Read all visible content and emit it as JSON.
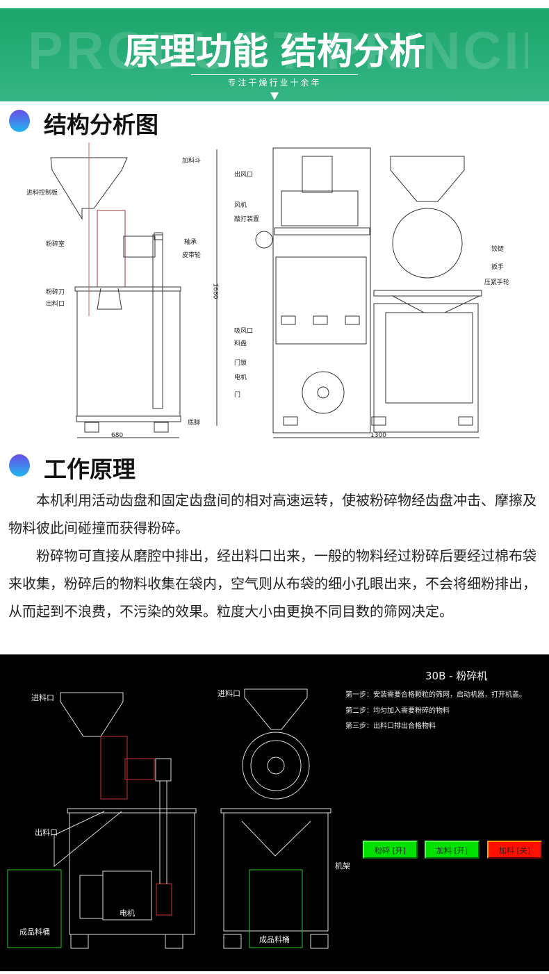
{
  "header": {
    "watermark": "PRODUCT PRINCIPLE",
    "title": "原理功能 结构分析",
    "subtitle": "专注干燥行业十余年"
  },
  "section1": {
    "title": "结构分析图"
  },
  "diagram_left": {
    "labels": [
      "加料斗",
      "进料控制板",
      "粉碎室",
      "轴承",
      "皮带轮",
      "粉碎刀",
      "出料口",
      "底脚"
    ],
    "width_dim": "680"
  },
  "diagram_right": {
    "labels": [
      "出风口",
      "风机",
      "敲打装置",
      "吸风口",
      "料盘",
      "门锁",
      "电机",
      "门",
      "铰链",
      "扳手",
      "压紧手轮"
    ],
    "height_dim": "1680",
    "width_dim": "1300"
  },
  "section2": {
    "title": "工作原理"
  },
  "paragraphs": [
    "本机利用活动齿盘和固定齿盘间的相对高速运转，使被粉碎物经齿盘冲击、摩擦及物料彼此间碰撞而获得粉碎。",
    "粉碎物可直接从磨腔中排出，经出料口出来，一般的物料经过粉碎后要经过棉布袋来收集，粉碎后的物料收集在袋内，空气则从布袋的细小孔眼出来，不会将细粉排出，从而起到不浪费，不污染的效果。粒度大小由更换不同目数的筛网决定。"
  ],
  "panel": {
    "title": "30B - 粉碎机",
    "steps": [
      "第一步：安装需要合格颗粒的筛网，启动机器，打开机盖。",
      "第二步：均匀加入需要粉碎的物料",
      "第三步：出料口排出合格物料"
    ],
    "labels": {
      "inlet_left": "进料口",
      "inlet_right": "进料口",
      "outlet": "出料口",
      "motor": "电机",
      "bin_left": "成品料桶",
      "bin_right": "成品料桶",
      "frame": "机架"
    },
    "buttons": [
      {
        "label": "粉碎 [开]",
        "color": "#00e000"
      },
      {
        "label": "加料 [开]",
        "color": "#00e000"
      },
      {
        "label": "加料 [关]",
        "color": "#ff1000"
      }
    ]
  }
}
